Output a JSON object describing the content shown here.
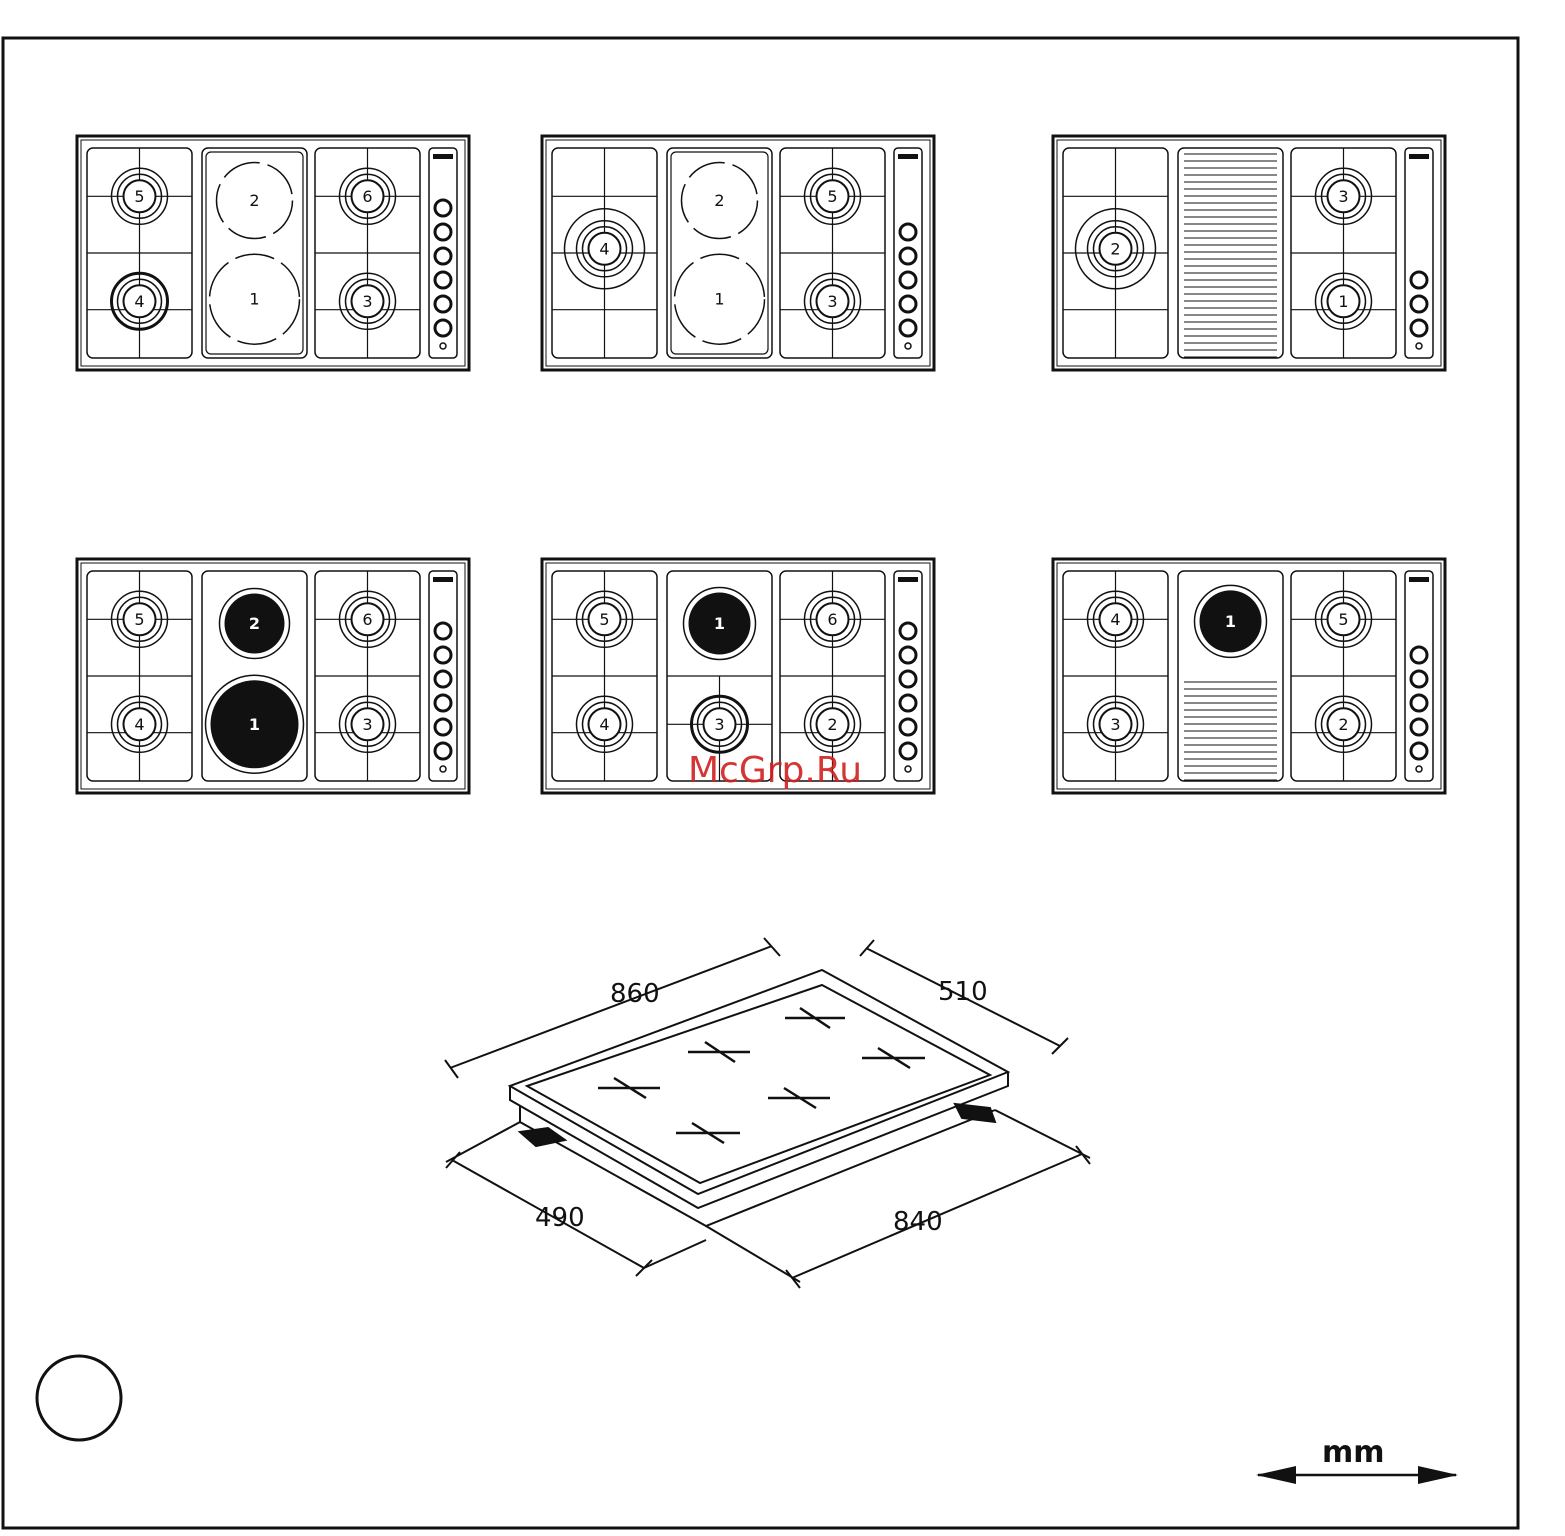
{
  "hobs": [
    {
      "zones": [
        {
          "type": "gas",
          "burners": [
            {
              "label": "5",
              "style": "ring"
            },
            {
              "label": "4",
              "style": "bold"
            }
          ]
        },
        {
          "type": "solid_plate",
          "plates": [
            {
              "label": "2"
            },
            {
              "label": "1"
            }
          ]
        },
        {
          "type": "gas",
          "burners": [
            {
              "label": "6",
              "style": "ring"
            },
            {
              "label": "3",
              "style": "ring"
            }
          ]
        }
      ],
      "knobs": 6
    },
    {
      "zones": [
        {
          "type": "gas_wok",
          "burners": [
            {
              "label": "4"
            }
          ]
        },
        {
          "type": "solid_plate",
          "plates": [
            {
              "label": "2"
            },
            {
              "label": "1"
            }
          ]
        },
        {
          "type": "gas",
          "burners": [
            {
              "label": "5",
              "style": "ring"
            },
            {
              "label": "3",
              "style": "ring"
            }
          ]
        }
      ],
      "knobs": 5
    },
    {
      "zones": [
        {
          "type": "gas_wok",
          "burners": [
            {
              "label": "2"
            }
          ]
        },
        {
          "type": "grill_full"
        },
        {
          "type": "gas",
          "burners": [
            {
              "label": "3",
              "style": "ring"
            },
            {
              "label": "1",
              "style": "ring"
            }
          ]
        }
      ],
      "knobs": 3
    },
    {
      "zones": [
        {
          "type": "gas",
          "burners": [
            {
              "label": "5",
              "style": "ring"
            },
            {
              "label": "4",
              "style": "ring"
            }
          ]
        },
        {
          "type": "hotplates",
          "plates": [
            {
              "label": "2",
              "size": "small"
            },
            {
              "label": "1",
              "size": "large"
            }
          ]
        },
        {
          "type": "gas",
          "burners": [
            {
              "label": "6",
              "style": "ring"
            },
            {
              "label": "3",
              "style": "ring"
            }
          ]
        }
      ],
      "knobs": 6
    },
    {
      "zones": [
        {
          "type": "gas",
          "burners": [
            {
              "label": "5",
              "style": "ring"
            },
            {
              "label": "4",
              "style": "ring"
            }
          ]
        },
        {
          "type": "hotplate_gas",
          "plate": {
            "label": "1"
          },
          "burner": {
            "label": "3"
          }
        },
        {
          "type": "gas",
          "burners": [
            {
              "label": "6",
              "style": "ring"
            },
            {
              "label": "2",
              "style": "ring"
            }
          ]
        }
      ],
      "knobs": 6
    },
    {
      "zones": [
        {
          "type": "gas",
          "burners": [
            {
              "label": "4",
              "style": "ring"
            },
            {
              "label": "3",
              "style": "ring"
            }
          ]
        },
        {
          "type": "hotplate_grill",
          "plate": {
            "label": "1"
          }
        },
        {
          "type": "gas",
          "burners": [
            {
              "label": "5",
              "style": "ring"
            },
            {
              "label": "2",
              "style": "ring"
            }
          ]
        }
      ],
      "knobs": 5
    }
  ],
  "dimensions": {
    "top_length": "860",
    "top_depth": "510",
    "cutout_depth": "490",
    "cutout_length": "840"
  },
  "unit": "mm",
  "watermark": "McGrp.Ru"
}
